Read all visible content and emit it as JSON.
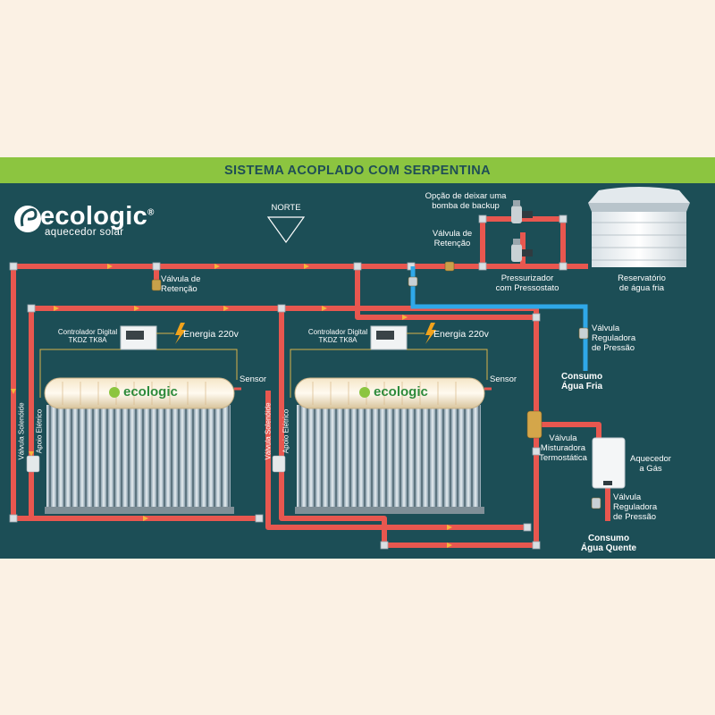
{
  "header": {
    "title": "SISTEMA ACOPLADO COM SERPENTINA"
  },
  "logo": {
    "name": "ecologic",
    "registered": "®",
    "tagline": "aquecedor solar"
  },
  "compass": {
    "label": "NORTE"
  },
  "labels": {
    "backup_pump": [
      "Opção de deixar uma",
      "bomba de backup"
    ],
    "check_valve_top": [
      "Válvula de",
      "Retenção"
    ],
    "check_valve_left": [
      "Válvula de",
      "Retenção"
    ],
    "pressurizer": [
      "Pressurizador",
      "com Pressostato"
    ],
    "reservoir": [
      "Reservatório",
      "de água fria"
    ],
    "pressure_valve_cold": [
      "Válvula",
      "Reguladora",
      "de Pressão"
    ],
    "cold_consumption": [
      "Consumo",
      "Água Fria"
    ],
    "mixing_valve": [
      "Válvula",
      "Misturadora",
      "Termostática"
    ],
    "gas_heater": [
      "Aquecedor",
      "a Gás"
    ],
    "pressure_valve_hot": [
      "Válvula",
      "Reguladora",
      "de Pressão"
    ],
    "hot_consumption": [
      "Consumo",
      "Água Quente"
    ]
  },
  "units": [
    {
      "controller": [
        "Controlador Digital",
        "TKDZ TK8A"
      ],
      "energy": "Energia 220v",
      "sensor": "Sensor",
      "solenoid": "Válvula Solenóide",
      "electric": "Apoio Elétrico",
      "brand": "ecologic"
    },
    {
      "controller": [
        "Controlador Digital",
        "TKDZ TK8A"
      ],
      "energy": "Energia 220v",
      "sensor": "Sensor",
      "solenoid": "Válvula Solenóide",
      "electric": "Apoio Elétrico",
      "brand": "ecologic"
    }
  ],
  "colors": {
    "background": "#fbf1e4",
    "header": "#8cc540",
    "panel": "#1c4e56",
    "hot_pipe": "#e8574f",
    "cold_pipe": "#2fa8e8",
    "energy_bolt": "#f2a31b"
  },
  "icons": [
    "compass-triangle-icon",
    "lightning-bolt-icon",
    "pump-icon",
    "water-tank-icon",
    "valve-icon",
    "gas-heater-icon",
    "flow-arrow-icon"
  ]
}
